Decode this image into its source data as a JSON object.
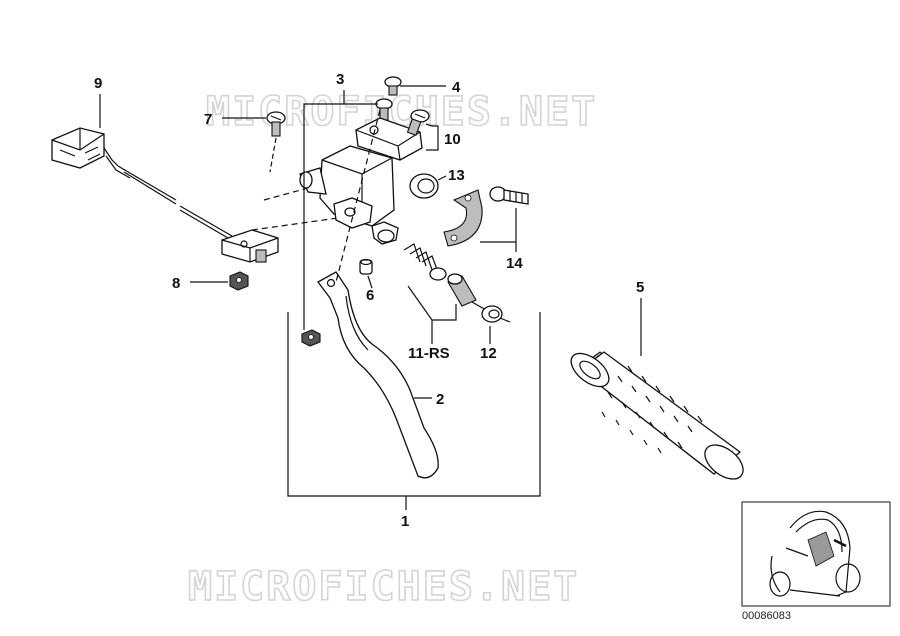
{
  "watermark": {
    "text": "MICROFICHES.NET"
  },
  "diagram_number": "00086083",
  "callouts": {
    "c1": "1",
    "c2": "2",
    "c3": "3",
    "c4": "4",
    "c5": "5",
    "c6": "6",
    "c7": "7",
    "c8": "8",
    "c9": "9",
    "c10": "10",
    "c11": "11-RS",
    "c12": "12",
    "c13": "13",
    "c14": "14"
  },
  "thumbnail": {
    "icon": "scooter-icon"
  }
}
